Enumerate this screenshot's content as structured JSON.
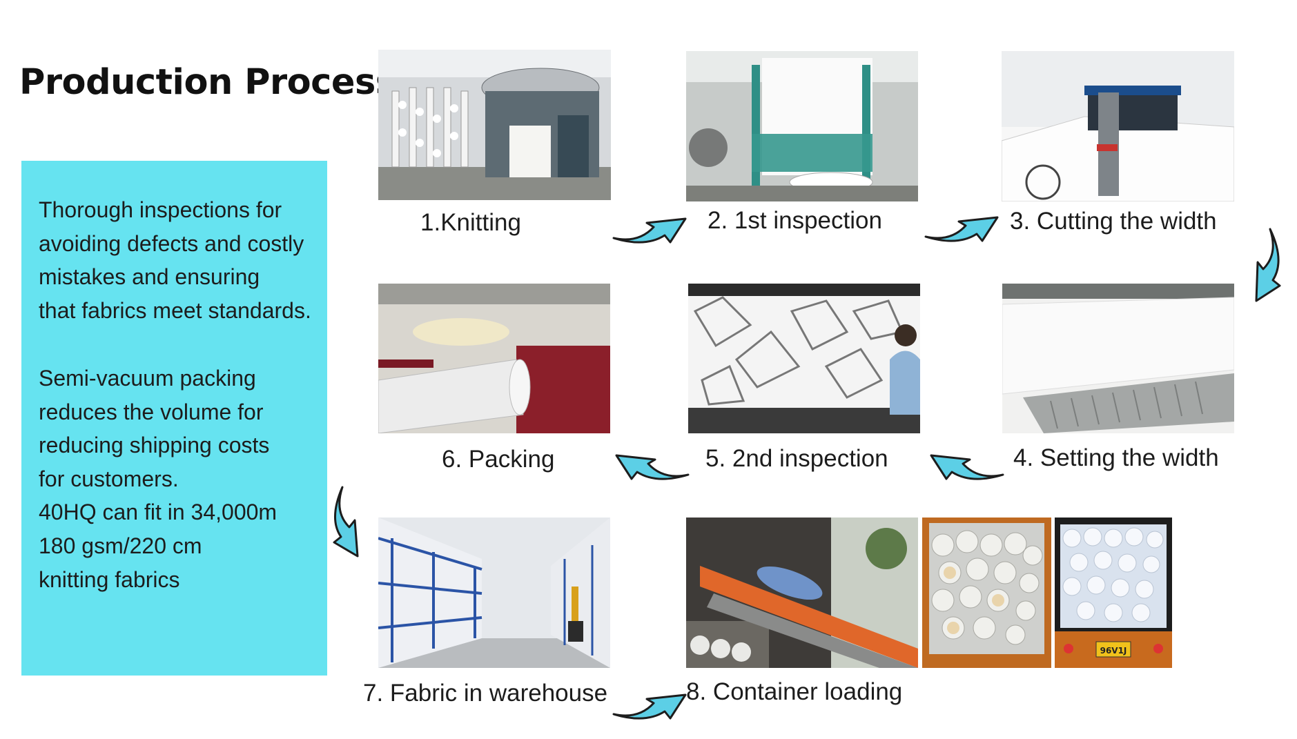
{
  "title": "Production Process",
  "info": {
    "paragraph1": "Thorough inspections for\navoiding defects and costly\nmistakes and ensuring\nthat fabrics meet standards.",
    "paragraph2": "Semi-vacuum packing\nreduces the volume for\nreducing shipping costs\nfor customers.\n40HQ can fit in 34,000m\n180 gsm/220 cm\nknitting fabrics"
  },
  "steps": [
    {
      "label": "1.Knitting"
    },
    {
      "label": "2. 1st inspection"
    },
    {
      "label": "3. Cutting the width"
    },
    {
      "label": "4. Setting the width"
    },
    {
      "label": "5. 2nd inspection"
    },
    {
      "label": "6. Packing"
    },
    {
      "label": "7. Fabric in warehouse"
    },
    {
      "label": "8. Container loading"
    }
  ],
  "truck_plate": "96V1J",
  "colors": {
    "panel": "#66e3f0",
    "arrow_fill": "#5ccfe6",
    "arrow_stroke": "#1d1d1d"
  }
}
